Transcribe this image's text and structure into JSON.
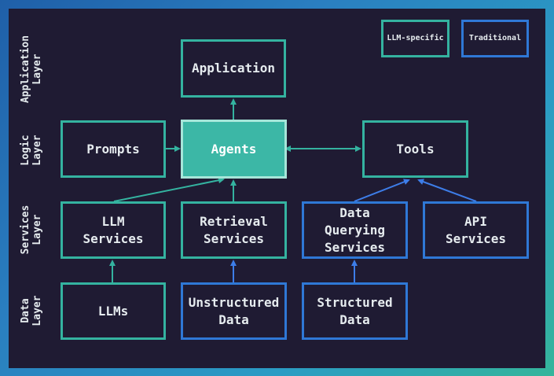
{
  "legend": {
    "llm_specific": "LLM-specific",
    "traditional": "Traditional"
  },
  "layers": {
    "application": "Application\nLayer",
    "logic": "Logic\nLayer",
    "services": "Services\nLayer",
    "data": "Data\nLayer"
  },
  "nodes": {
    "application": "Application",
    "prompts": "Prompts",
    "agents": "Agents",
    "tools": "Tools",
    "llm_services": "LLM\nServices",
    "retrieval_services": "Retrieval\nServices",
    "data_querying_services": "Data\nQuerying\nServices",
    "api_services": "API\nServices",
    "llms": "LLMs",
    "unstructured_data": "Unstructured\nData",
    "structured_data": "Structured\nData"
  },
  "colors": {
    "llm_specific": "#34b3a0",
    "traditional": "#2f78d6",
    "agents_fill": "#3cb7a6",
    "background": "#1f1b33"
  }
}
